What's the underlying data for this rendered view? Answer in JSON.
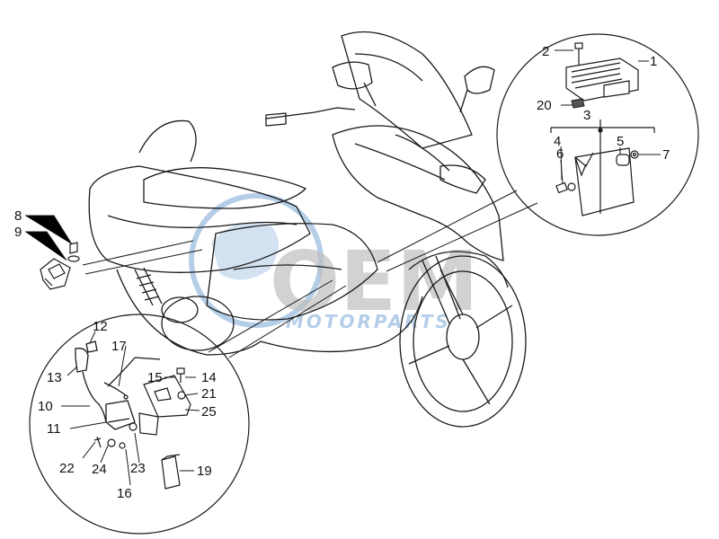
{
  "watermark": {
    "logo_text": "OEM",
    "sub_text": "MOTORPARTS",
    "color": "#7aa7d6"
  },
  "callouts": [
    "1",
    "2",
    "3",
    "4",
    "5",
    "6",
    "7",
    "8",
    "9",
    "10",
    "11",
    "12",
    "13",
    "14",
    "15",
    "16",
    "17",
    "19",
    "20",
    "21",
    "22",
    "23",
    "24",
    "25"
  ],
  "colors": {
    "line": "#1a1a1a",
    "background": "#ffffff"
  }
}
